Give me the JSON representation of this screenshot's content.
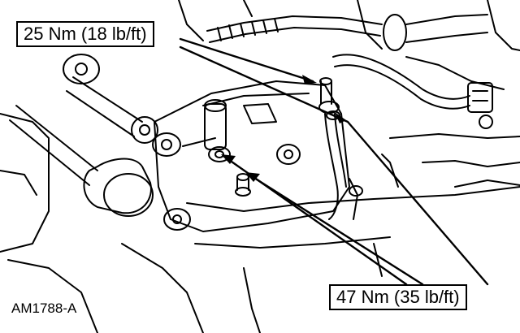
{
  "callouts": {
    "upper_torque": "25 Nm (18 lb/ft)",
    "lower_torque": "47 Nm (35 lb/ft)"
  },
  "figure_id": "AM1788-A",
  "colors": {
    "ink": "#000000",
    "paper": "#ffffff"
  }
}
